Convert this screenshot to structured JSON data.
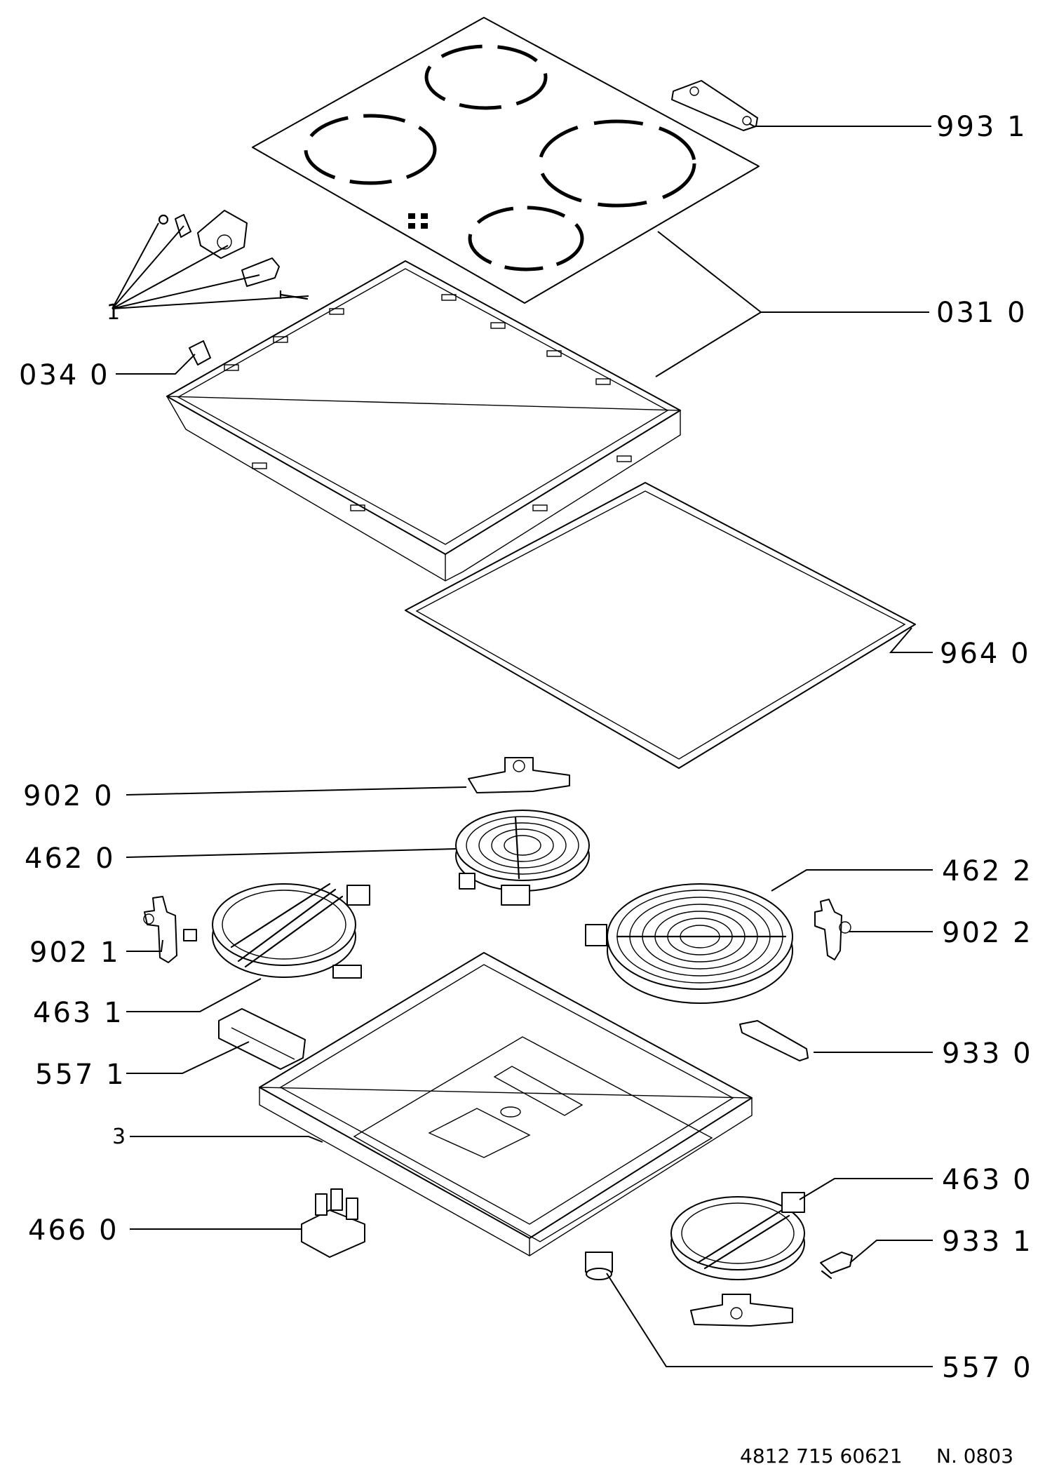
{
  "labels": {
    "l_993_1": "993 1",
    "l_1": "1",
    "l_031_0": "031 0",
    "l_034_0": "034 0",
    "l_964_0": "964 0",
    "l_902_0": "902 0",
    "l_462_0": "462 0",
    "l_462_2": "462 2",
    "l_902_1": "902 1",
    "l_902_2": "902 2",
    "l_463_1": "463 1",
    "l_933_0": "933 0",
    "l_557_1": "557 1",
    "l_3": "3",
    "l_463_0": "463 0",
    "l_466_0": "466 0",
    "l_933_1": "933 1",
    "l_557_0": "557 0"
  },
  "footer": {
    "part_number": "4812 715 60621",
    "sheet": "N. 0803"
  }
}
